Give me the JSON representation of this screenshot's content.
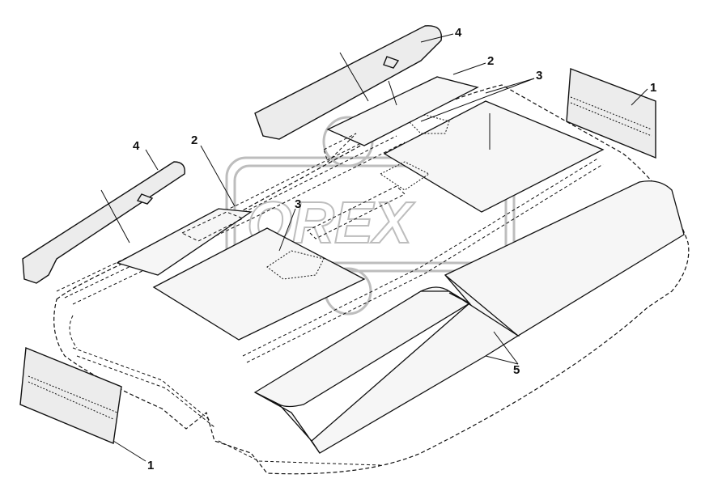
{
  "watermark": "OREX",
  "callouts": [
    {
      "id": "c1-left",
      "label": "1"
    },
    {
      "id": "c1-right",
      "label": "1"
    },
    {
      "id": "c2-top",
      "label": "2"
    },
    {
      "id": "c2-left",
      "label": "2"
    },
    {
      "id": "c3-top",
      "label": "3"
    },
    {
      "id": "c3-mid",
      "label": "3"
    },
    {
      "id": "c4-top",
      "label": "4"
    },
    {
      "id": "c4-left",
      "label": "4"
    },
    {
      "id": "c5",
      "label": "5"
    }
  ]
}
